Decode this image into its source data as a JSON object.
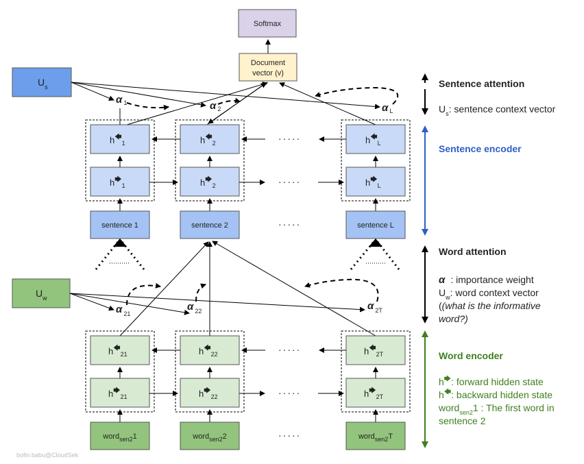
{
  "top": {
    "softmax": "Softmax",
    "doc_line1": "Document",
    "doc_line2": "vector (v)"
  },
  "us": {
    "main": "U",
    "sub": "s"
  },
  "uw": {
    "main": "U",
    "sub": "w"
  },
  "alpha": "α",
  "sent_alpha_subs": [
    "1",
    "2",
    "L"
  ],
  "word_alpha_subs": [
    "21",
    "22",
    "2T"
  ],
  "h": "h",
  "sent_h_subs": [
    "1",
    "2",
    "L"
  ],
  "word_h_subs": [
    "21",
    "22",
    "2T"
  ],
  "sentences": [
    "sentence 1",
    "sentence 2",
    "sentence L"
  ],
  "words": [
    {
      "main": "word",
      "sub": "sen2",
      "tail": "1"
    },
    {
      "main": "word",
      "sub": "sen2",
      "tail": "2"
    },
    {
      "main": "word",
      "sub": "sen2",
      "tail": "T"
    }
  ],
  "ellipsis": "·····",
  "right": {
    "sentence_attention": "Sentence attention",
    "us_desc_main": "U",
    "us_desc_sub": "s",
    "us_desc_text": ": sentence context vector",
    "sentence_encoder": "Sentence encoder",
    "word_attention": "Word attention",
    "alpha_desc": ": importance weight",
    "uw_desc_main": "U",
    "uw_desc_sub": "w",
    "uw_desc_text": ": word context vector",
    "question_1": "(what is the informative",
    "question_2": "word?)",
    "word_encoder": "Word encoder",
    "fwd_desc": ":  forward hidden state",
    "bwd_desc": ": backward hidden state",
    "word_main": "word",
    "word_sub": "sen2",
    "word_desc": "1 : The first word in",
    "word_desc_2": "sentence 2"
  },
  "watermark": "bofin.babu@CloudSek",
  "colors": {
    "softmax": "#d9d2e9",
    "document": "#fff2cc",
    "context_blue": "#6d9eeb",
    "sentence_box": "#a4c2f4",
    "h_blue": "#c9daf8",
    "context_green": "#93c47d",
    "word_box": "#93c47d",
    "h_green": "#d9ead3",
    "label_green": "#3f7f1f",
    "label_blue": "#2e5fc4"
  }
}
